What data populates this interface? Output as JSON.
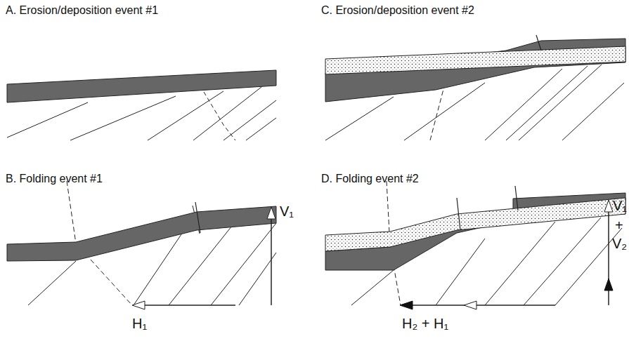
{
  "diagram": {
    "labels": [
      "A. Erosion/deposition event #1",
      "B. Folding event #1",
      "C. Erosion/deposition event #2",
      "D. Folding event #2",
      "V₁",
      "H₁",
      "V₁",
      "+",
      "V₂",
      "H₂ + H₁"
    ]
  }
}
